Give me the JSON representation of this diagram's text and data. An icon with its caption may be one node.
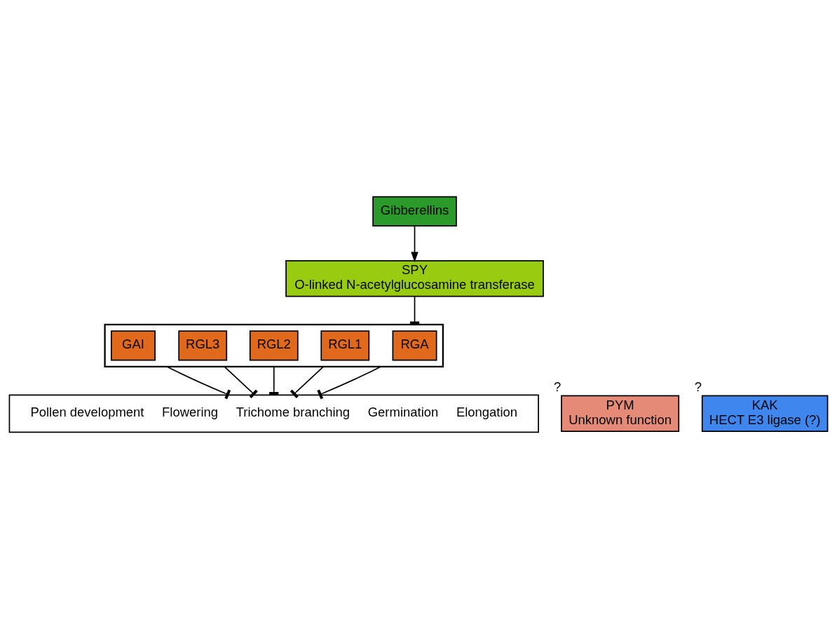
{
  "diagram": {
    "nodes": [
      {
        "text": [
          "Gibberellins"
        ]
      },
      {
        "text": [
          "SPY",
          "O-linked N-acetylglucosamine transferase"
        ]
      },
      {
        "text": [],
        "shape": "box"
      },
      {
        "text": [
          "RGA"
        ],
        "in": 2
      },
      {
        "text": [
          "RGL1"
        ],
        "in": 2
      },
      {
        "text": [
          "RGL2"
        ],
        "in": 2
      },
      {
        "text": [
          "RGL3"
        ],
        "in": 2
      },
      {
        "text": [
          "GAI"
        ],
        "in": 2
      },
      {
        "text": [
          "PYM",
          "Unknown function"
        ],
        "beside": [
          "?"
        ]
      },
      {
        "text": [
          "KAK",
          "HECT E3 ligase (?)"
        ],
        "beside": [
          "?"
        ]
      },
      {
        "text": [
          "Pollen development",
          "Flowering",
          "Trichome branching",
          "Germination",
          "Elongation"
        ]
      }
    ],
    "edges": [
      {
        "from": 0,
        "to": 1,
        "arrow": "to"
      },
      {
        "from": 1,
        "to": 2,
        "arrow": "other"
      },
      {
        "from": 2,
        "to": 10,
        "arrow": "other"
      },
      {
        "from": 2,
        "to": 10,
        "arrow": "other"
      },
      {
        "from": 2,
        "to": 10,
        "arrow": "other"
      },
      {
        "from": 2,
        "to": 10,
        "arrow": "other"
      },
      {
        "from": 2,
        "to": 10,
        "arrow": "other"
      }
    ]
  }
}
